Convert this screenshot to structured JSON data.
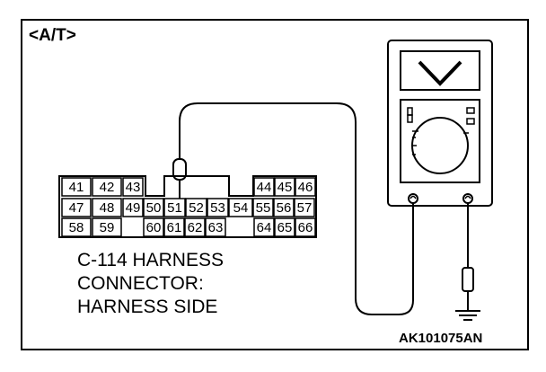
{
  "title": "<A/T>",
  "connector": {
    "caption_lines": [
      "C-114 HARNESS",
      "CONNECTOR:",
      "HARNESS SIDE"
    ],
    "pins": {
      "row1_left": [
        "41",
        "42",
        "43"
      ],
      "row1_right": [
        "44",
        "45",
        "46"
      ],
      "row2": [
        "47",
        "48",
        "49",
        "50",
        "51",
        "52",
        "53",
        "54",
        "55",
        "56",
        "57"
      ],
      "row3_left": [
        "58",
        "59"
      ],
      "row3_mid": [
        "60",
        "61",
        "62",
        "63"
      ],
      "row3_right": [
        "64",
        "65",
        "66"
      ]
    },
    "probe_pin": "51"
  },
  "code": "AK101075AN",
  "icons": {
    "meter": "multimeter-icon",
    "ground": "ground-icon",
    "probe": "probe-icon"
  }
}
